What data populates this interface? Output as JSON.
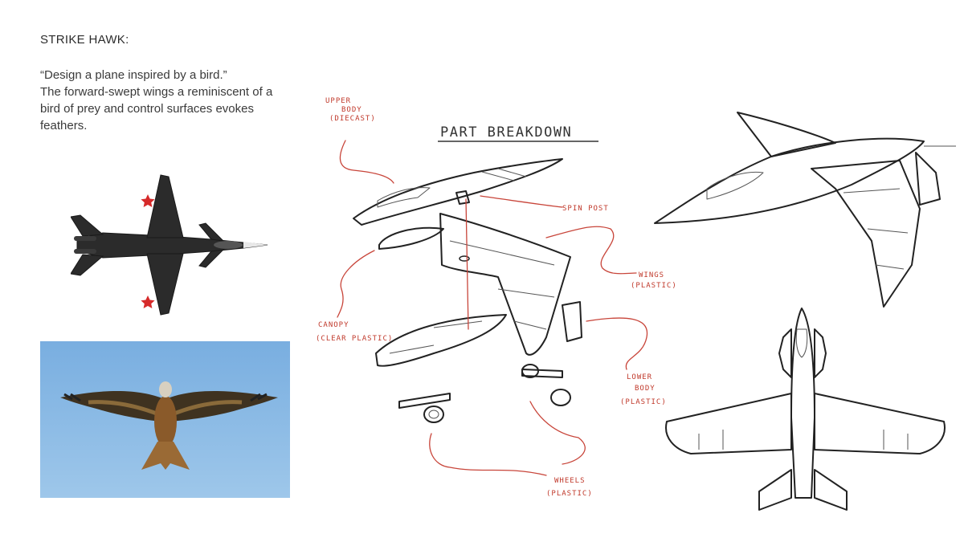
{
  "header": {
    "title": "STRIKE HAWK:",
    "description_lines": [
      "“Design a plane inspired by a bird.”",
      "The forward-swept wings a reminiscent of a",
      "bird of prey and control surfaces evokes",
      "feathers."
    ]
  },
  "diagram": {
    "heading": "PART BREAKDOWN",
    "labels": {
      "upper_body": [
        "UPPER",
        "BODY",
        "(DIECAST)"
      ],
      "spin_post": "SPIN POST",
      "wings": [
        "WINGS",
        "(PLASTIC)"
      ],
      "canopy": [
        "CANOPY",
        "(CLEAR PLASTIC)"
      ],
      "lower_body": [
        "LOWER",
        "BODY",
        "(PLASTIC)"
      ],
      "wheels": [
        "WHEELS",
        "(PLASTIC)"
      ]
    }
  },
  "colors": {
    "annotation_red": "#c8453a",
    "ink": "#222222",
    "sky": "#86b8e4",
    "jet_body": "#2b2b2b",
    "star": "#d62a2a"
  },
  "images": {
    "reference_jet": "top-down dark jet with red stars",
    "reference_bird": "bird of prey soaring against blue sky"
  }
}
